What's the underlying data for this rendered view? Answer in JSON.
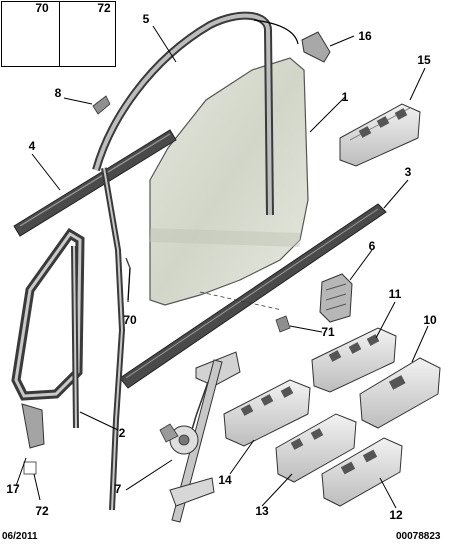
{
  "diagram": {
    "date_code": "06/2011",
    "reference": "00078823",
    "callouts": [
      {
        "id": "c70a",
        "text": "70"
      },
      {
        "id": "c72a",
        "text": "72"
      },
      {
        "id": "c5",
        "text": "5"
      },
      {
        "id": "c16",
        "text": "16"
      },
      {
        "id": "c15",
        "text": "15"
      },
      {
        "id": "c8",
        "text": "8"
      },
      {
        "id": "c1",
        "text": "1"
      },
      {
        "id": "c4",
        "text": "4"
      },
      {
        "id": "c3",
        "text": "3"
      },
      {
        "id": "c6",
        "text": "6"
      },
      {
        "id": "c70b",
        "text": "70"
      },
      {
        "id": "c71",
        "text": "71"
      },
      {
        "id": "c11",
        "text": "11"
      },
      {
        "id": "c10",
        "text": "10"
      },
      {
        "id": "c2",
        "text": "2"
      },
      {
        "id": "c14",
        "text": "14"
      },
      {
        "id": "c7",
        "text": "7"
      },
      {
        "id": "c17",
        "text": "17"
      },
      {
        "id": "c72b",
        "text": "72"
      },
      {
        "id": "c13",
        "text": "13"
      },
      {
        "id": "c12",
        "text": "12"
      }
    ]
  }
}
